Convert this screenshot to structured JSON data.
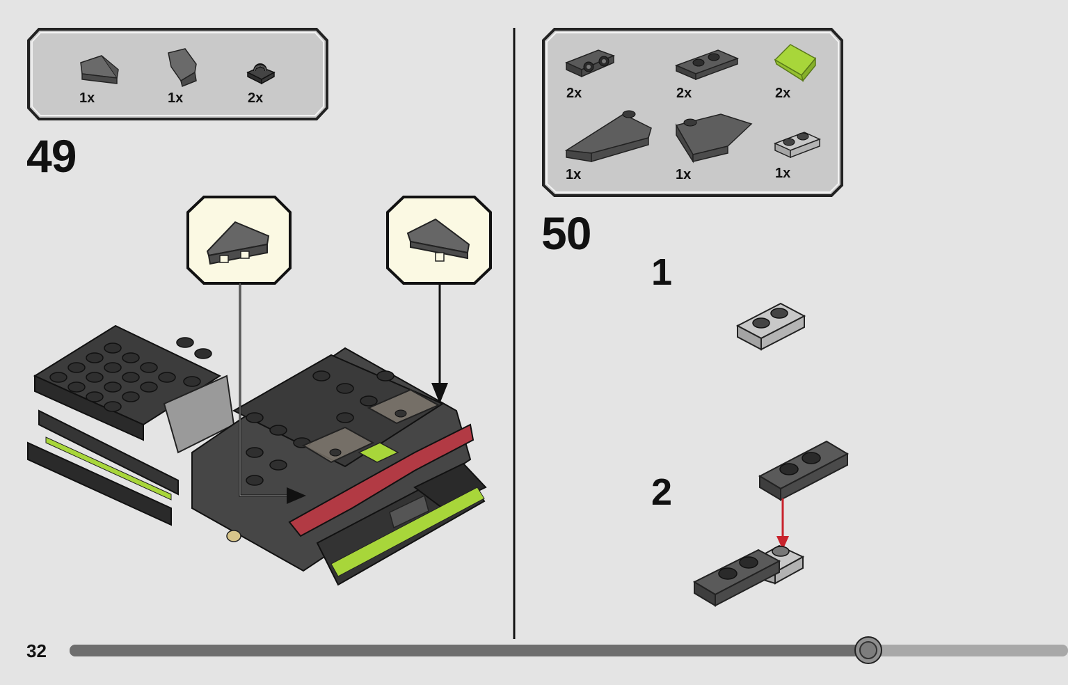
{
  "page": {
    "number": "32",
    "progress": 0.8
  },
  "steps": [
    {
      "number": "49",
      "parts": [
        {
          "qty": "1x",
          "icon": "curved-slope-left-icon",
          "color": "#5e5e5e"
        },
        {
          "qty": "1x",
          "icon": "curved-slope-right-icon",
          "color": "#5e5e5e"
        },
        {
          "qty": "2x",
          "icon": "clip-plate-icon",
          "color": "#333333"
        }
      ],
      "callouts": [
        "curved-slope-icon",
        "curved-slope-icon"
      ],
      "callout_bg": "#fbf9e3"
    },
    {
      "number": "50",
      "parts": [
        {
          "qty": "2x",
          "icon": "plate-with-pins-icon",
          "color": "#555555"
        },
        {
          "qty": "2x",
          "icon": "plate-1x2-dark-icon",
          "color": "#555555"
        },
        {
          "qty": "2x",
          "icon": "lime-slope-icon",
          "color": "#a8d63a"
        },
        {
          "qty": "1x",
          "icon": "wedge-left-icon",
          "color": "#5a5a5a"
        },
        {
          "qty": "1x",
          "icon": "wedge-right-icon",
          "color": "#5a5a5a"
        },
        {
          "qty": "1x",
          "icon": "plate-1x2-light-icon",
          "color": "#bdbdbd"
        }
      ],
      "substeps": [
        "1",
        "2"
      ]
    }
  ]
}
